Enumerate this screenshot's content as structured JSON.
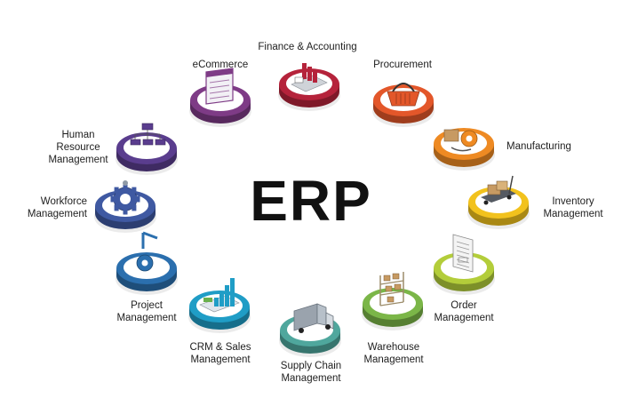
{
  "title": "ERP",
  "modules": [
    {
      "id": "finance",
      "lines": [
        "Finance & Accounting"
      ],
      "color": "#b5233b",
      "icon": "bar-chart-icon"
    },
    {
      "id": "procurement",
      "lines": [
        "Procurement"
      ],
      "color": "#e3572a",
      "icon": "basket-icon"
    },
    {
      "id": "manufacturing",
      "lines": [
        "Manufacturing"
      ],
      "color": "#ee8a23",
      "icon": "gears-icon"
    },
    {
      "id": "inventory",
      "lines": [
        "Inventory",
        "Management"
      ],
      "color": "#f2c21d",
      "icon": "hand-truck-icon"
    },
    {
      "id": "order",
      "lines": [
        "Order",
        "Management"
      ],
      "color": "#b3cd3a",
      "icon": "invoice-icon"
    },
    {
      "id": "warehouse",
      "lines": [
        "Warehouse",
        "Management"
      ],
      "color": "#7bb648",
      "icon": "shelves-icon"
    },
    {
      "id": "supply",
      "lines": [
        "Supply Chain",
        "Management"
      ],
      "color": "#4fa79d",
      "icon": "truck-icon"
    },
    {
      "id": "crm",
      "lines": [
        "CRM & Sales",
        "Management"
      ],
      "color": "#1f9dc6",
      "icon": "growth-chart-icon"
    },
    {
      "id": "project",
      "lines": [
        "Project",
        "Management"
      ],
      "color": "#2b6fae",
      "icon": "project-gear-icon"
    },
    {
      "id": "workforce",
      "lines": [
        "Workforce",
        "Management"
      ],
      "color": "#3f59a2",
      "icon": "workforce-gear-icon"
    },
    {
      "id": "hr",
      "lines": [
        "Human",
        "Resource",
        "Management"
      ],
      "color": "#5a3d8e",
      "icon": "org-chart-icon"
    },
    {
      "id": "ecommerce",
      "lines": [
        "eCommerce"
      ],
      "color": "#7e3b86",
      "icon": "web-page-icon"
    }
  ]
}
